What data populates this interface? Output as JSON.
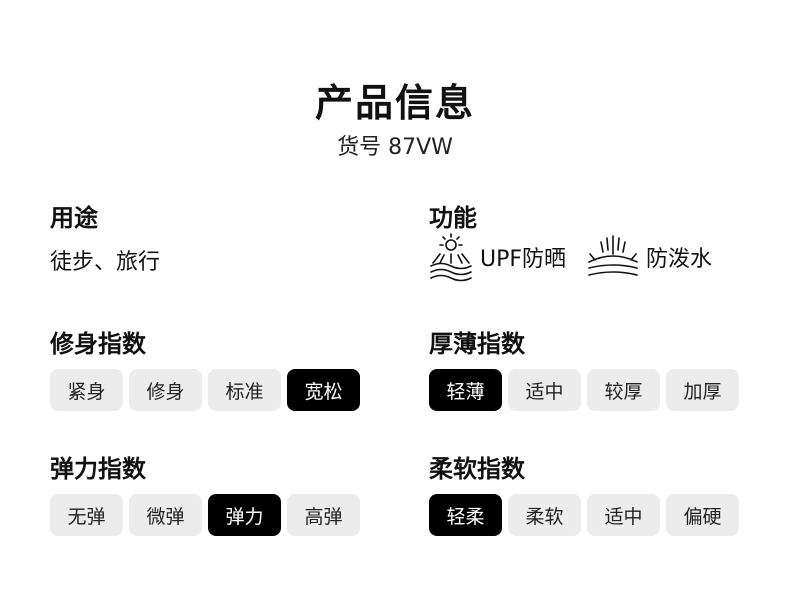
{
  "header": {
    "title": "产品信息",
    "subtitle": "货号 87VW"
  },
  "usage": {
    "title": "用途",
    "value": "徒步、旅行"
  },
  "function": {
    "title": "功能",
    "items": [
      {
        "label": "UPF防晒",
        "icon": "sun-protection-icon"
      },
      {
        "label": "防泼水",
        "icon": "water-repellent-icon"
      }
    ]
  },
  "fit": {
    "title": "修身指数",
    "options": [
      "紧身",
      "修身",
      "标准",
      "宽松"
    ],
    "selected": 3
  },
  "thickness": {
    "title": "厚薄指数",
    "options": [
      "轻薄",
      "适中",
      "较厚",
      "加厚"
    ],
    "selected": 0
  },
  "elasticity": {
    "title": "弹力指数",
    "options": [
      "无弹",
      "微弹",
      "弹力",
      "高弹"
    ],
    "selected": 2
  },
  "softness": {
    "title": "柔软指数",
    "options": [
      "轻柔",
      "柔软",
      "适中",
      "偏硬"
    ],
    "selected": 0
  },
  "colors": {
    "chip_bg": "#ececec",
    "chip_active_bg": "#000000",
    "chip_active_text": "#ffffff"
  }
}
